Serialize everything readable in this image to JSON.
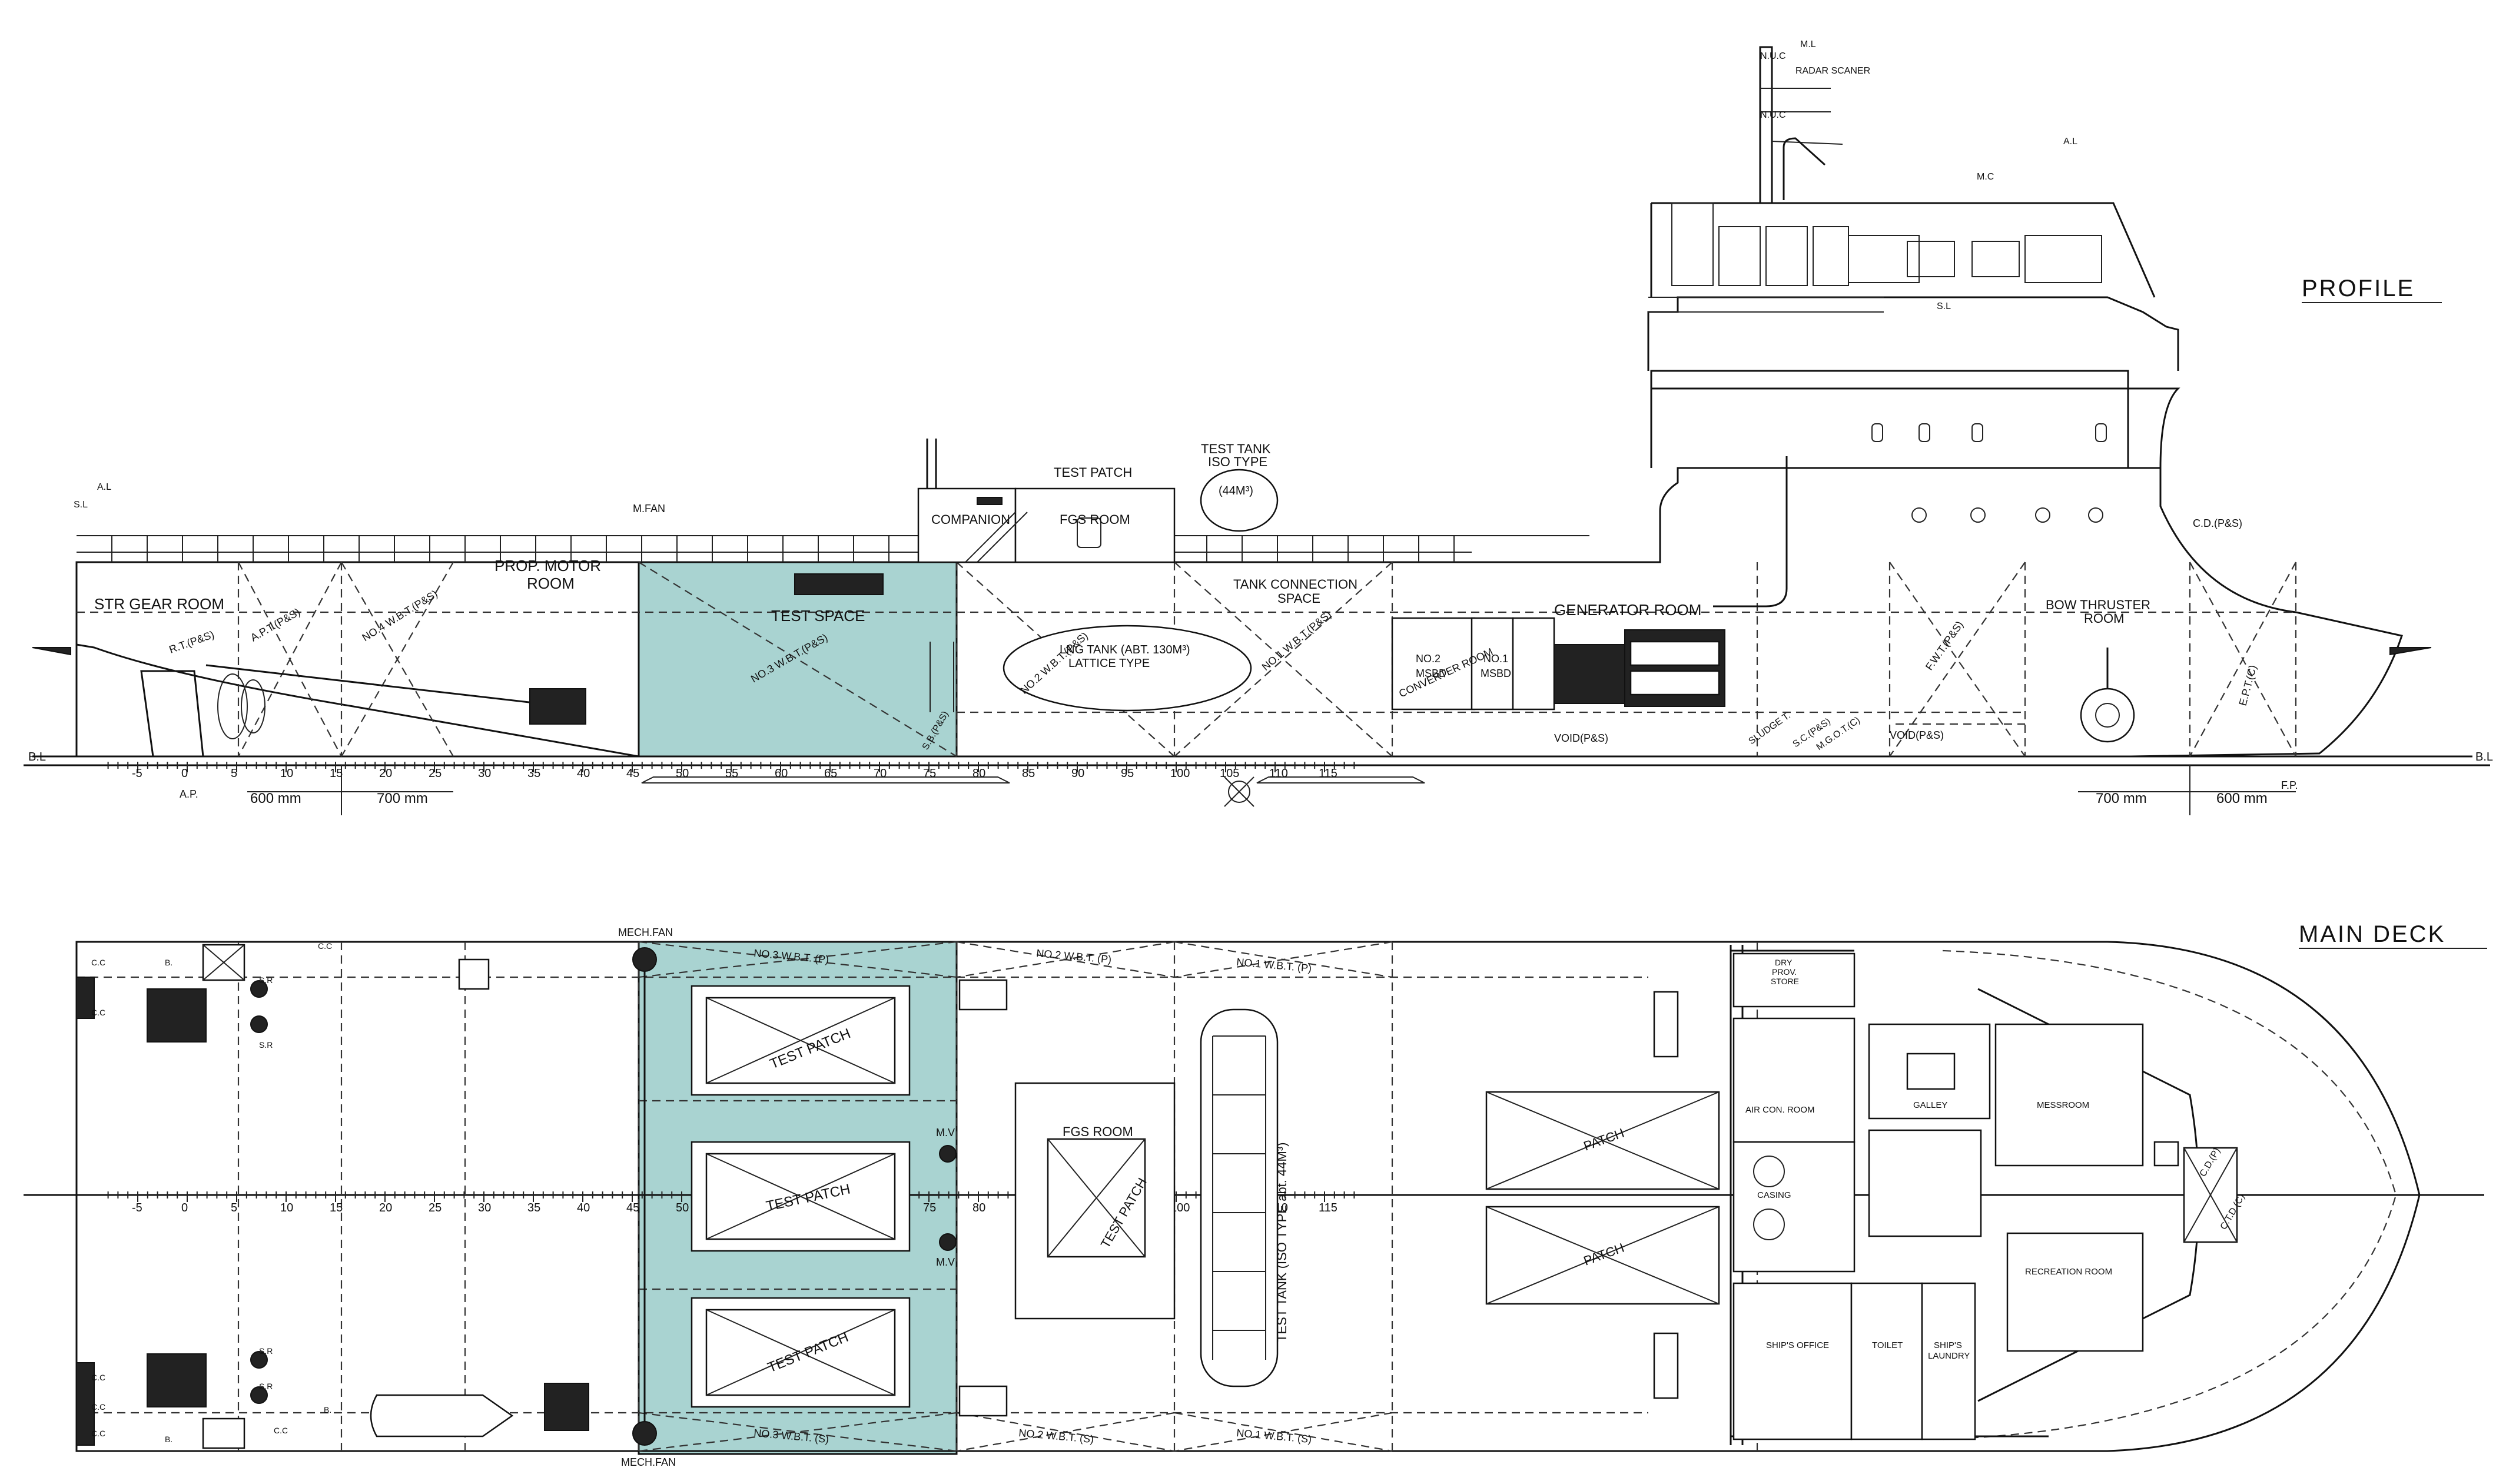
{
  "titles": {
    "profile": "PROFILE",
    "main_deck": "MAIN DECK"
  },
  "colors": {
    "highlight": "#a9d3d1",
    "line": "#111111"
  },
  "profile": {
    "baseline_left": "B.L",
    "baseline_right": "B.L",
    "ap": "A.P.",
    "fp": "F.P.",
    "frame_spacing": [
      "600 mm",
      "700 mm",
      "700 mm",
      "600 mm"
    ],
    "frames": [
      "-5",
      "0",
      "5",
      "10",
      "15",
      "20",
      "25",
      "30",
      "35",
      "40",
      "45",
      "50",
      "55",
      "60",
      "65",
      "70",
      "75",
      "80",
      "85",
      "90",
      "95",
      "100",
      "105",
      "110",
      "115"
    ],
    "rooms": {
      "str_gear": "STR GEAR ROOM",
      "prop_motor": [
        "PROP. MOTOR",
        "ROOM"
      ],
      "test_space": "TEST SPACE",
      "companion": "COMPANION",
      "fgs_room": "FGS ROOM",
      "test_patch": "TEST PATCH",
      "test_tank": [
        "TEST TANK",
        "ISO TYPE",
        "(44M³)"
      ],
      "tank_connection": [
        "TANK CONNECTION",
        "SPACE"
      ],
      "generator": "GENERATOR ROOM",
      "bow_thruster": [
        "BOW THRUSTER",
        "ROOM"
      ],
      "lng_tank": [
        "LNG TANK (ABT. 130M³)",
        "LATTICE TYPE"
      ],
      "msbd2": [
        "NO.2",
        "MSBD"
      ],
      "msbd1": [
        "NO.1",
        "MSBD"
      ],
      "converter": "CONVERTER ROOM"
    },
    "tanks": [
      "R.T.(P&S)",
      "A.P.T.(P&S)",
      "NO.4 W.B.T.(P&S)",
      "NO.3 W.B.T.(P&S)",
      "NO.2 W.B.T.(P&S)",
      "NO.1 W.B.T.(P&S)",
      "F.W.T.(P&S)",
      "E.P.T.(C)",
      "C.D.(P&S)",
      "VOID(P&S)",
      "VOID(P&S)",
      "S.C.(P&S)",
      "M.G.O.T.(C)",
      "SLUDGE T.",
      "S.B.(P&S)"
    ],
    "equipment": {
      "sl": "S.L",
      "al": "A.L",
      "mfan": "M.FAN",
      "ml": "M.L",
      "nuc1": "N.U.C",
      "nuc2": "N.U.C",
      "radar": "RADAR SCANER",
      "mc": "M.C",
      "al2": "A.L",
      "sl2": "S.L"
    }
  },
  "deck": {
    "frames": [
      "-5",
      "0",
      "5",
      "10",
      "15",
      "20",
      "25",
      "30",
      "35",
      "40",
      "45",
      "50",
      "55",
      "60",
      "65",
      "70",
      "75",
      "80",
      "85",
      "90",
      "95",
      "100",
      "105",
      "110",
      "115"
    ],
    "mech_fan_top": "MECH.FAN",
    "mech_fan_bottom": "MECH.FAN",
    "test_patch": "TEST PATCH",
    "fgs_room": "FGS ROOM",
    "test_tank": "TEST TANK (ISO TYPE abt. 44M³)",
    "patch": "PATCH",
    "mv": "M.V",
    "wbt_p": [
      "NO.3 W.B.T. (P)",
      "NO.2 W.B.T. (P)",
      "NO.1 W.B.T. (P)"
    ],
    "wbt_s": [
      "NO.3 W.B.T. (S)",
      "NO.2 W.B.T. (S)",
      "NO.1 W.B.T. (S)"
    ],
    "rooms": {
      "dry_prov": [
        "DRY",
        "PROV.",
        "STORE"
      ],
      "air_con": "AIR CON. ROOM",
      "galley": "GALLEY",
      "messroom": "MESSROOM",
      "casing": "CASING",
      "recreation": "RECREATION ROOM",
      "office": "SHIP'S OFFICE",
      "toilet": "TOILET",
      "laundry": [
        "SHIP'S",
        "LAUNDRY"
      ],
      "cd": "C.D.(P)",
      "ctd": "C.T.D.(C)"
    },
    "stern_labels": [
      "B.",
      "C.C",
      "C.C",
      "S.R",
      "C.C",
      "S.R",
      "C.C",
      "B.",
      "C.C",
      "S.R",
      "S.R",
      "C.C",
      "B.",
      "C.C"
    ]
  }
}
